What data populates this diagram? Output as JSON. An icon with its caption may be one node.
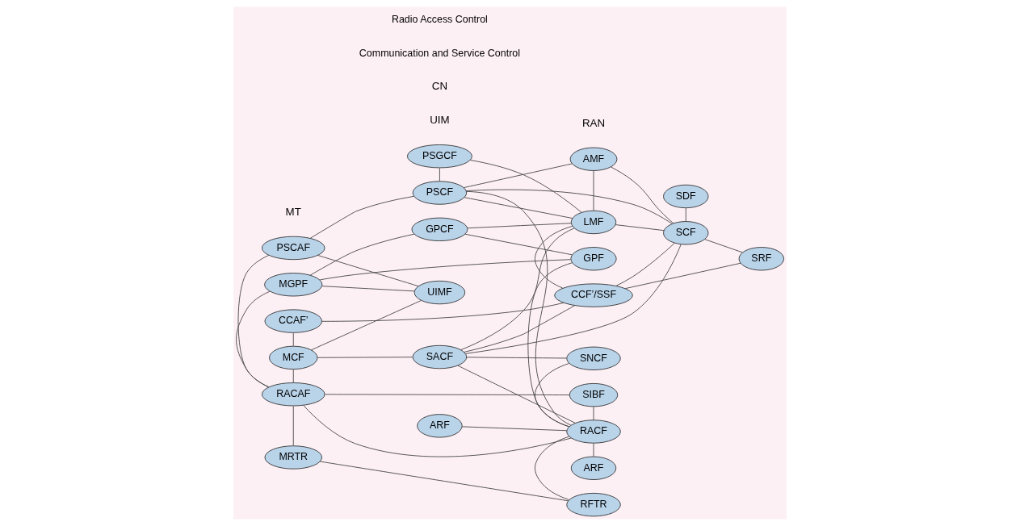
{
  "diagram": {
    "nodes": [
      {
        "text": [
          "MGPF"
        ]
      },
      {
        "text": [
          "GPCF"
        ]
      },
      {
        "text": [
          "AMF"
        ]
      },
      {
        "text": [
          "SDF"
        ]
      },
      {
        "text": [
          "PSGCF"
        ]
      },
      {
        "text": [
          "LMF"
        ]
      },
      {
        "text": [
          "SCF"
        ]
      },
      {
        "text": [
          "SRF"
        ]
      },
      {
        "text": [
          "PSCAF"
        ]
      },
      {
        "text": [
          "PSCF"
        ]
      },
      {
        "text": [
          "CCAF’"
        ]
      },
      {
        "text": [
          "CCF’/SSF"
        ]
      },
      {
        "text": [
          "UIMF"
        ]
      },
      {
        "text": [
          "MCF"
        ]
      },
      {
        "text": [
          "SACF"
        ]
      },
      {
        "text": [
          "GPF"
        ]
      },
      {
        "text": [
          "SNCF"
        ]
      },
      {
        "text": [
          "ARF"
        ]
      },
      {
        "text": [
          "SIBF"
        ]
      },
      {
        "text": [
          "RACAF"
        ]
      },
      {
        "text": [
          "RACF"
        ]
      },
      {
        "text": [
          "ARF"
        ]
      },
      {
        "text": [
          "MRTR"
        ]
      },
      {
        "text": [
          "RFTR"
        ]
      }
    ],
    "edges": [
      {
        "from": 0,
        "to": 1,
        "arrow": "none"
      },
      {
        "from": 0,
        "to": 12,
        "arrow": "none"
      },
      {
        "from": 0,
        "to": 19,
        "arrow": "none"
      },
      {
        "from": 0,
        "to": 15,
        "arrow": "none"
      },
      {
        "from": 1,
        "to": 5,
        "arrow": "none"
      },
      {
        "from": 1,
        "to": 15,
        "arrow": "none"
      },
      {
        "from": 2,
        "to": 5,
        "arrow": "none"
      },
      {
        "from": 2,
        "to": 9,
        "arrow": "none"
      },
      {
        "from": 2,
        "to": 6,
        "arrow": "none"
      },
      {
        "from": 3,
        "to": 6,
        "arrow": "none"
      },
      {
        "from": 4,
        "to": 5,
        "arrow": "none"
      },
      {
        "from": 4,
        "to": 9,
        "arrow": "none"
      },
      {
        "from": 5,
        "to": 9,
        "arrow": "none"
      },
      {
        "from": 5,
        "to": 6,
        "arrow": "none"
      },
      {
        "from": 5,
        "to": 11,
        "arrow": "none"
      },
      {
        "from": 5,
        "to": 14,
        "arrow": "none"
      },
      {
        "from": 9,
        "to": 6,
        "arrow": "none"
      },
      {
        "from": 6,
        "to": 7,
        "arrow": "none"
      },
      {
        "from": 6,
        "to": 11,
        "arrow": "none"
      },
      {
        "from": 6,
        "to": 14,
        "arrow": "none"
      },
      {
        "from": 7,
        "to": 11,
        "arrow": "none"
      },
      {
        "from": 11,
        "to": 14,
        "arrow": "none"
      },
      {
        "from": 8,
        "to": 9,
        "arrow": "none"
      },
      {
        "from": 8,
        "to": 12,
        "arrow": "none"
      },
      {
        "from": 8,
        "to": 19,
        "arrow": "none"
      },
      {
        "from": 10,
        "to": 11,
        "arrow": "none"
      },
      {
        "from": 10,
        "to": 13,
        "arrow": "none"
      },
      {
        "from": 12,
        "to": 13,
        "arrow": "none"
      },
      {
        "from": 13,
        "to": 14,
        "arrow": "none"
      },
      {
        "from": 13,
        "to": 19,
        "arrow": "none"
      },
      {
        "from": 9,
        "to": 20,
        "arrow": "none"
      },
      {
        "from": 14,
        "to": 20,
        "arrow": "none"
      },
      {
        "from": 14,
        "to": 16,
        "arrow": "none"
      },
      {
        "from": 15,
        "to": 20,
        "arrow": "none"
      },
      {
        "from": 16,
        "to": 20,
        "arrow": "none"
      },
      {
        "from": 20,
        "to": 17,
        "arrow": "none"
      },
      {
        "from": 19,
        "to": 18,
        "arrow": "none"
      },
      {
        "from": 18,
        "to": 20,
        "arrow": "none"
      },
      {
        "from": 19,
        "to": 20,
        "arrow": "none"
      },
      {
        "from": 20,
        "to": 21,
        "arrow": "none"
      },
      {
        "from": 20,
        "to": 23,
        "arrow": "none"
      },
      {
        "from": 19,
        "to": 22,
        "arrow": "none"
      },
      {
        "from": 22,
        "to": 23,
        "arrow": "none"
      }
    ],
    "labels": [
      "UIM",
      "MT",
      "RAN",
      "CN",
      "Communication and Service Control",
      "Radio Access Control"
    ]
  }
}
